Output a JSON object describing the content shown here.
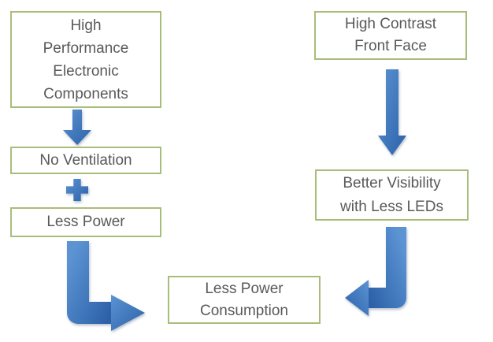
{
  "colors": {
    "background": "#ffffff",
    "box_border": "#a9bd7a",
    "box_fill": "#ffffff",
    "text": "#595959",
    "arrow_light": "#5b93d3",
    "arrow_dark": "#2c61a8"
  },
  "boxes": {
    "high_performance": {
      "lines": [
        "High",
        "Performance",
        "Electronic",
        "Components"
      ]
    },
    "no_ventilation": {
      "lines": [
        "No Ventilation"
      ]
    },
    "less_power": {
      "lines": [
        "Less Power"
      ]
    },
    "high_contrast": {
      "lines": [
        "High Contrast",
        "Front Face"
      ]
    },
    "better_visibility": {
      "lines": [
        "Better Visibility",
        "with Less LEDs"
      ]
    },
    "less_power_consumption": {
      "lines": [
        "Less Power",
        "Consumption"
      ]
    }
  },
  "connectors": {
    "left_down_arrow": "down-arrow",
    "plus": "plus-sign",
    "left_elbow_arrow": "elbow-down-right-arrow",
    "right_down_arrow": "down-arrow",
    "right_elbow_arrow": "elbow-down-left-arrow"
  }
}
